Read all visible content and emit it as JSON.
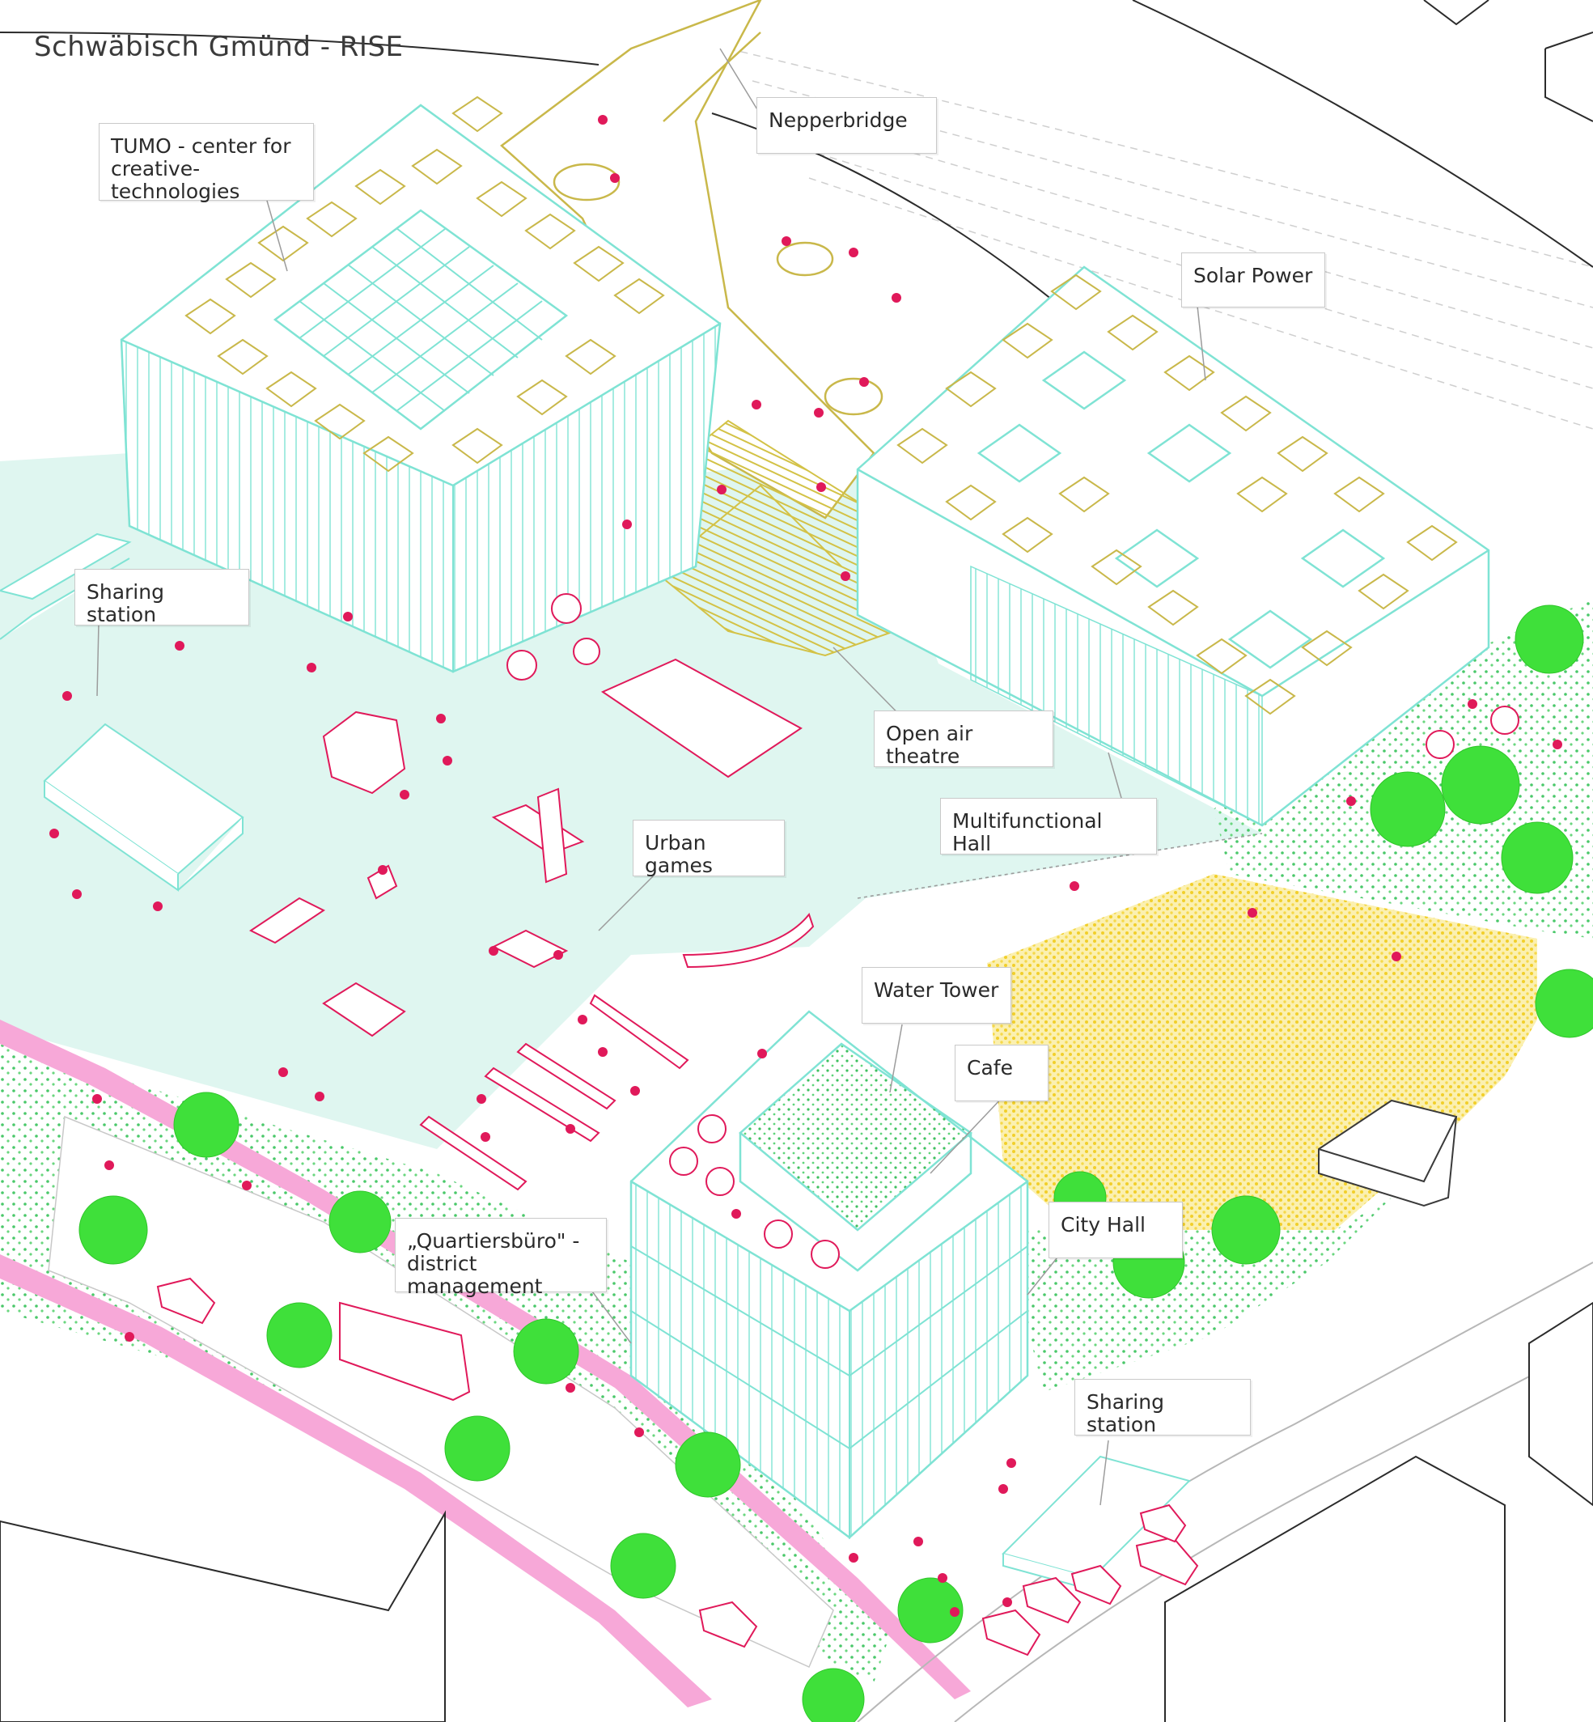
{
  "title": "Schwäbisch Gmünd - RISE",
  "labels": {
    "tumo": "TUMO - center for\ncreative-technologies",
    "nepperbridge": "Nepperbridge",
    "solar_power": "Solar Power",
    "sharing_station_left": "Sharing station",
    "open_air_theatre": "Open air theatre",
    "multifunctional_hall": "Multifunctional Hall",
    "urban_games": "Urban games",
    "water_tower": "Water Tower",
    "cafe": "Cafe",
    "city_hall": "City Hall",
    "quartiersburo": "„Quartiersbüro\" -\ndistrict management",
    "sharing_station_right": "Sharing station"
  },
  "colors": {
    "plaza": "#dff6f0",
    "building_line": "#7fe3d4",
    "solar_panel": "#c9b84a",
    "theatre_steps": "#d3c246",
    "people": "#e0195a",
    "bike_lane": "#f7a8d8",
    "greenery_dots": "#4ac86a",
    "tree": "#3fe03a",
    "meadow": "#f5d84a",
    "street_line": "#b7b7b7"
  }
}
